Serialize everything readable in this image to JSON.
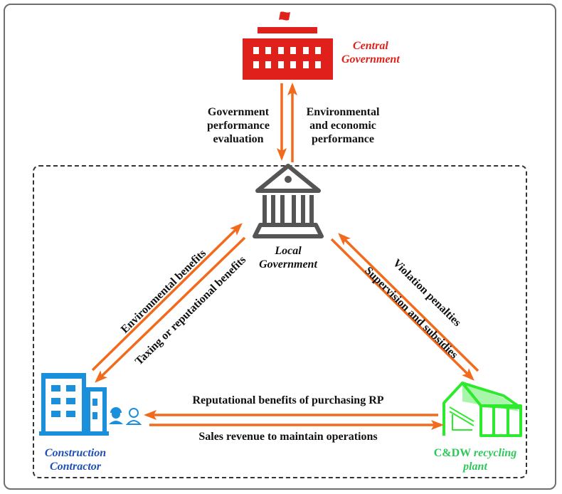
{
  "nodes": {
    "central_government": {
      "label_line1": "Central",
      "label_line2": "Government",
      "color": "#e0201a"
    },
    "local_government": {
      "label_line1": "Local",
      "label_line2": "Government",
      "color": "#555555"
    },
    "construction_contractor": {
      "label_line1": "Construction",
      "label_line2": "Contractor",
      "color": "#1a8fdc",
      "text_color": "#1d4fb8"
    },
    "recycling_plant": {
      "label_bold": "C&DW",
      "label_italic": "recycling",
      "label_line2": "plant",
      "color": "#2eea2e",
      "text_color": "#2ec85a"
    }
  },
  "flows": {
    "gov_eval": {
      "line1": "Government",
      "line2": "performance",
      "line3": "evaluation"
    },
    "env_econ": {
      "line1": "Environmental",
      "line2": "and economic",
      "line3": "performance"
    },
    "env_benefits": "Environmental benefits",
    "taxing": "Taxing or reputational benefits",
    "violation": "Violation penalties",
    "supervision": "Supervision and subsidies",
    "reputational_rp": "Reputational benefits of purchasing RP",
    "sales_revenue": "Sales revenue to maintain operations"
  },
  "colors": {
    "arrow": "#f26a1b",
    "frame": "#6e6e6e",
    "dash": "#333333"
  }
}
